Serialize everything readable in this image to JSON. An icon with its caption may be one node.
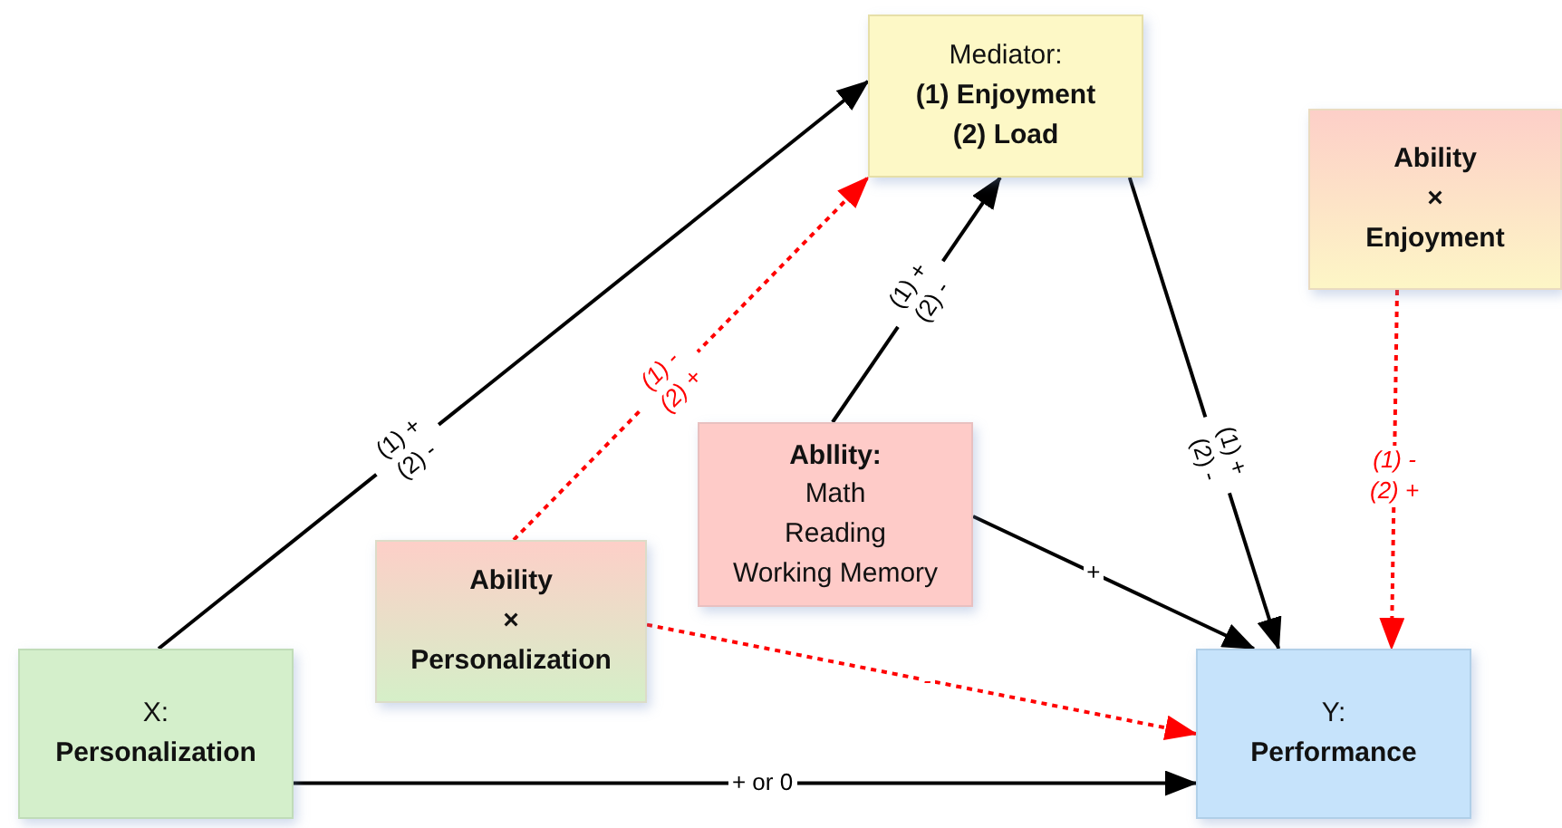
{
  "diagram": {
    "nodes": [
      {
        "text": [
          "Mediator:",
          "(1) Enjoyment",
          "(2) Load"
        ]
      },
      {
        "text": [
          "Ability",
          "×",
          "Enjoyment"
        ]
      },
      {
        "text": [
          "Abllity:",
          "Math",
          "Reading",
          "Working Memory"
        ]
      },
      {
        "text": [
          "Ability",
          "×",
          "Personalization"
        ]
      },
      {
        "text": [
          "X:",
          "Personalization"
        ]
      },
      {
        "text": [
          "Y:",
          "Performance"
        ]
      }
    ],
    "edges": [
      {
        "from": 4,
        "to": 0,
        "arrow": "to",
        "label": "(1) + (2) -"
      },
      {
        "from": 3,
        "to": 0,
        "arrow": "to",
        "label": "(1) - (2) +",
        "style": "dashed",
        "color": "#ff0000"
      },
      {
        "from": 2,
        "to": 0,
        "arrow": "to",
        "label": "(1) + (2) -"
      },
      {
        "from": 0,
        "to": 5,
        "arrow": "to",
        "label": "(1) + (2) -"
      },
      {
        "from": 2,
        "to": 5,
        "arrow": "to",
        "label": "+"
      },
      {
        "from": 1,
        "to": 5,
        "arrow": "to",
        "label": "(1) - (2) +",
        "style": "dashed",
        "color": "#ff0000"
      },
      {
        "from": 3,
        "to": 5,
        "arrow": "to",
        "label": "-",
        "style": "dashed",
        "color": "#ff0000"
      },
      {
        "from": 4,
        "to": 5,
        "arrow": "to",
        "label": "+ or 0"
      }
    ]
  }
}
